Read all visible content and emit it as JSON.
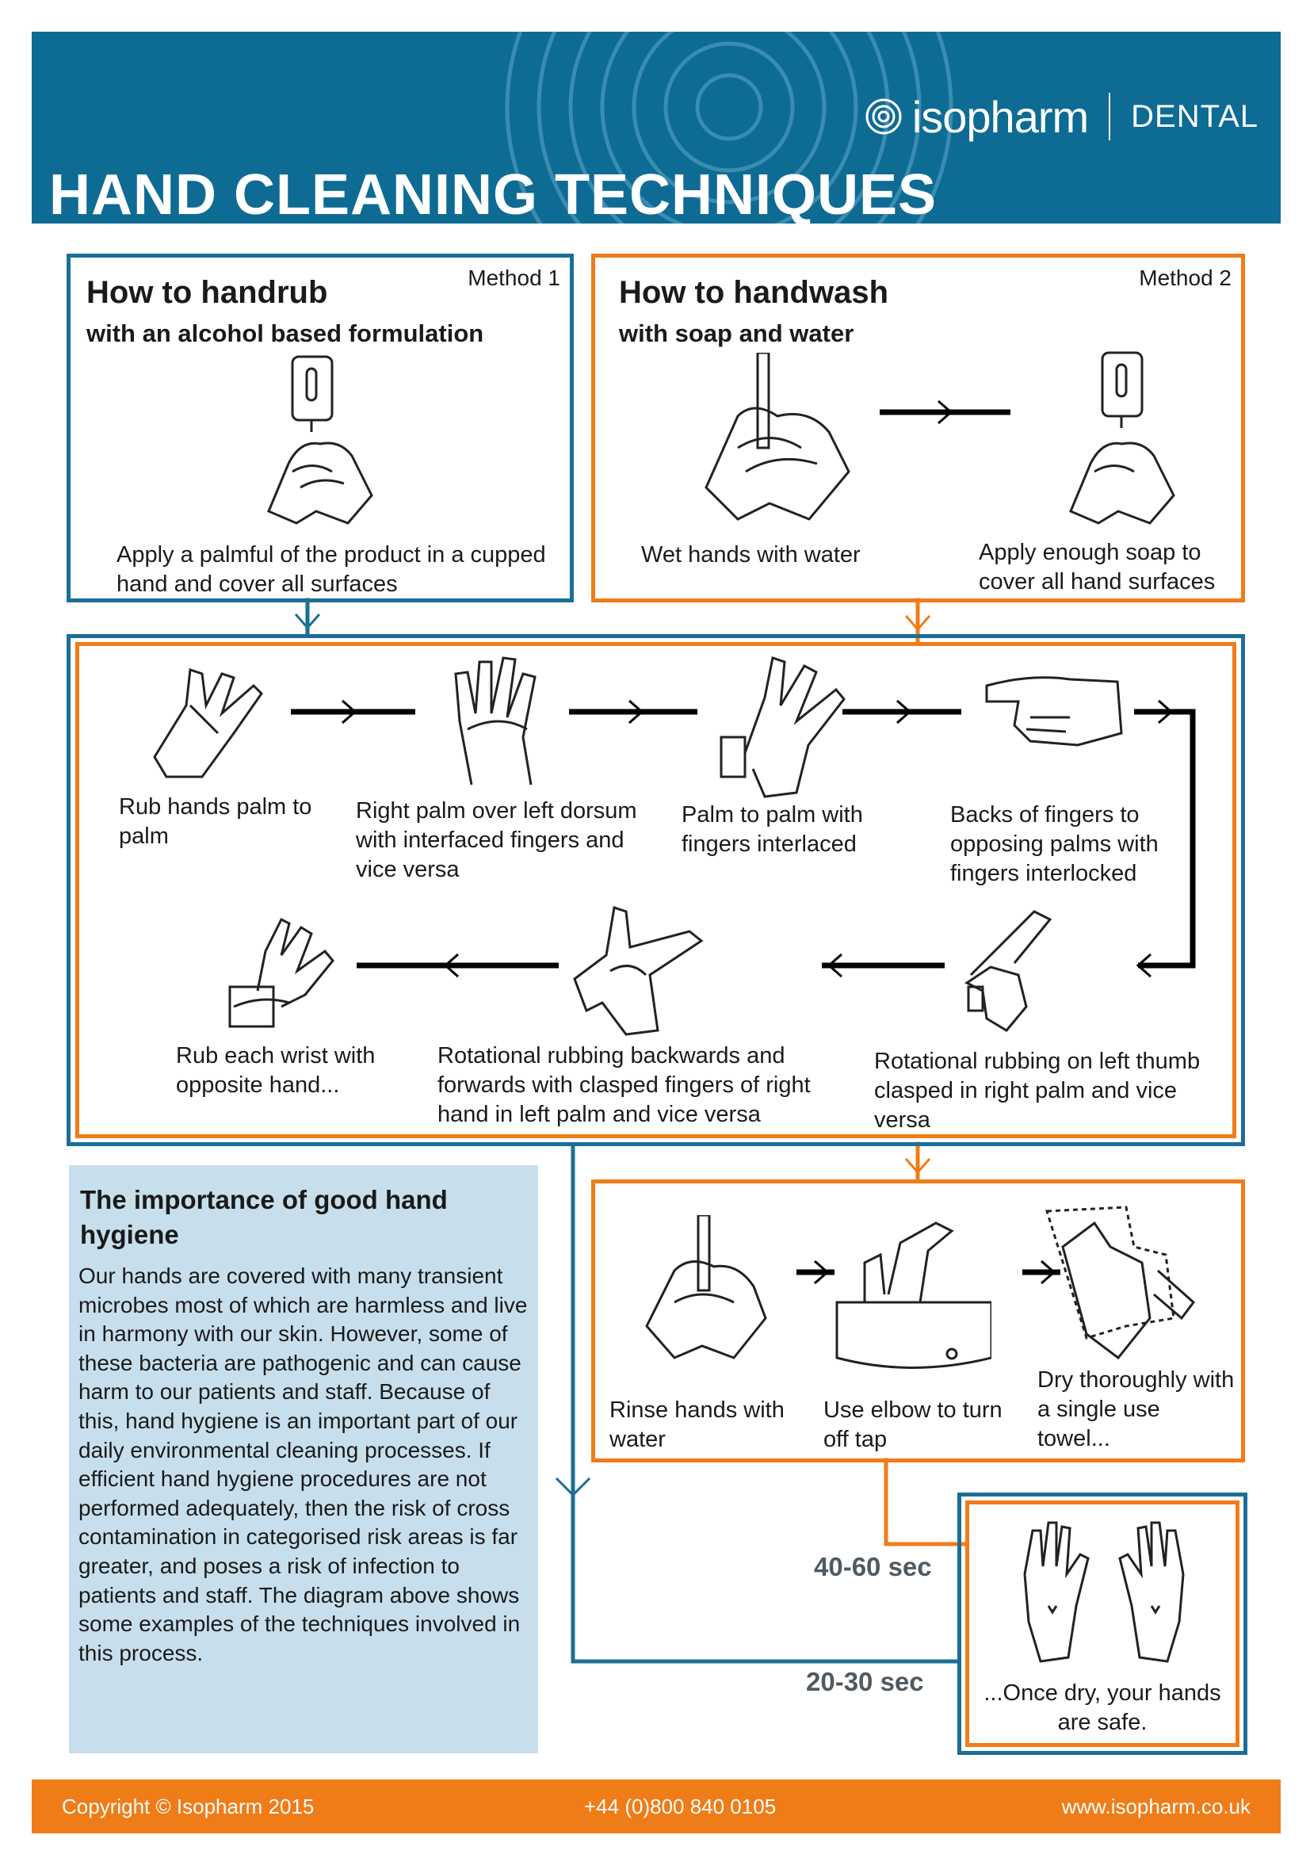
{
  "header": {
    "brand": "isopharm",
    "division": "DENTAL",
    "title": "HAND CLEANING TECHNIQUES"
  },
  "method1": {
    "label": "Method 1",
    "heading": "How to handrub",
    "subheading": "with an alcohol based formulation",
    "step": "Apply a palmful of the product in a cupped hand and cover all surfaces"
  },
  "method2": {
    "label": "Method 2",
    "heading": "How to handwash",
    "subheading": "with soap and water",
    "steps": [
      "Wet hands with water",
      "Apply enough soap to cover all hand surfaces"
    ]
  },
  "technique_steps": [
    "Rub hands palm to palm",
    "Right palm over left dorsum with interfaced fingers and vice versa",
    "Palm to palm with fingers interlaced",
    "Backs of fingers to opposing palms with fingers interlocked",
    "Rotational rubbing on left thumb clasped in right palm and vice versa",
    "Rotational rubbing backwards and forwards with clasped fingers of right hand in left palm and vice versa",
    "Rub each wrist with opposite hand..."
  ],
  "finish_steps": [
    "Rinse hands with water",
    "Use elbow to turn off tap",
    "Dry thoroughly with a single use towel..."
  ],
  "importance": {
    "title": "The importance of good hand hygiene",
    "body": "Our hands are covered with many transient microbes most of which are harmless and live in harmony with our skin. However, some of these bacteria are pathogenic and can cause harm to our patients and staff. Because of this, hand hygiene is an important part of our daily environmental cleaning processes. If efficient hand hygiene procedures are not performed adequately, then the risk of cross contamination in categorised risk areas is far greater, and poses a risk of infection to patients and staff. The diagram above shows some examples of the techniques involved in this process."
  },
  "durations": {
    "handwash": "40-60 sec",
    "handrub": "20-30 sec"
  },
  "final_step": "...Once dry, your hands are safe.",
  "footer": {
    "copyright": "Copyright © Isopharm 2015",
    "phone": "+44 (0)800 840 0105",
    "website": "www.isopharm.co.uk"
  },
  "colors": {
    "header_blue": "#0e6b94",
    "box_blue": "#1b6f96",
    "accent_orange": "#f07c18",
    "panel_blue": "#c7dfec",
    "timer_grey": "#505a60"
  }
}
